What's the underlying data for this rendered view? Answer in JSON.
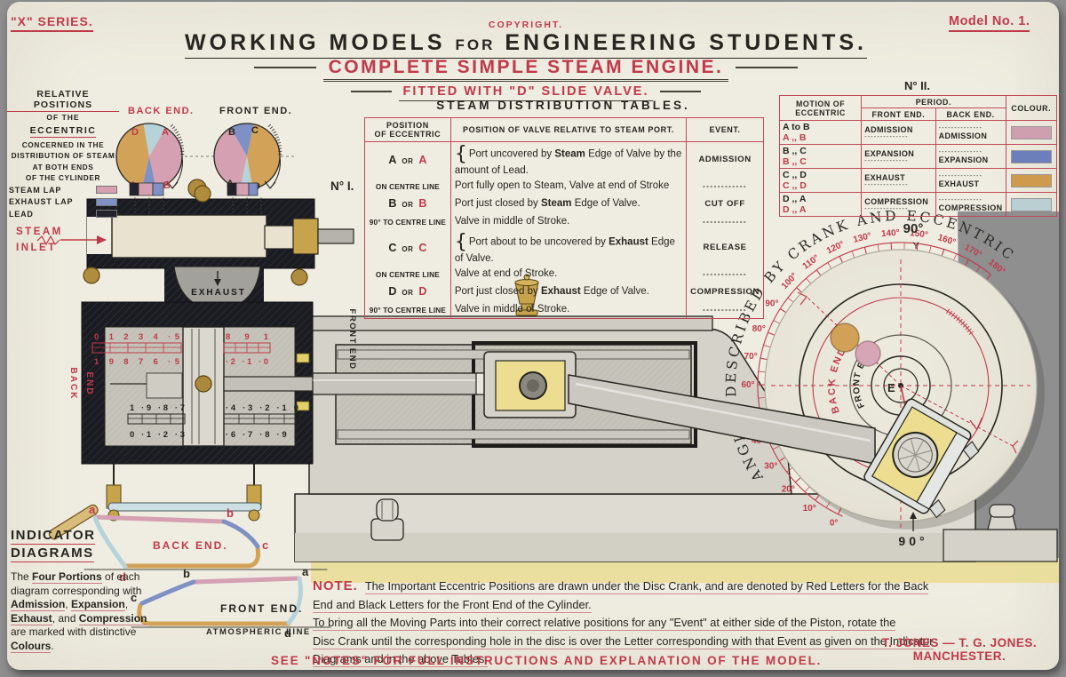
{
  "palette": {
    "red": "#bf3a4a",
    "black": "#26251f",
    "pink": "#d4a0b2",
    "blue": "#7e90c4",
    "lightblue": "#b5d3d8",
    "orange": "#d2a258",
    "brass": "#c7a44c",
    "card": "#efece1",
    "yellow": "#e9dd92"
  },
  "header": {
    "series": "\"X\" SERIES.",
    "copyright": "COPYRIGHT.",
    "title_part1": "WORKING MODELS",
    "title_for": "FOR",
    "title_part2": "ENGINEERING STUDENTS.",
    "subtitle": "COMPLETE SIMPLE STEAM ENGINE.",
    "fitted": "FITTED WITH \"D\" SLIDE VALVE.",
    "model": "Model No. 1."
  },
  "eccentric_panel": {
    "title1": "RELATIVE POSITIONS",
    "title2": "OF THE",
    "title3": "ECCENTRIC",
    "sub1": "CONCERNED IN THE",
    "sub2": "DISTRIBUTION OF STEAM",
    "sub3": "AT BOTH ENDS",
    "sub4": "OF THE CYLINDER",
    "legend": [
      {
        "label": "STEAM LAP",
        "color": "#d4a0b2"
      },
      {
        "label": "EXHAUST LAP",
        "color": "#7e90c4"
      },
      {
        "label": "LEAD",
        "color": "#23232e"
      }
    ],
    "back_label": "BACK END.",
    "front_label": "FRONT END.",
    "back_letters": {
      "tl": "D",
      "tr": "A",
      "bl": "C",
      "br": "B"
    },
    "front_letters": {
      "tl": "B",
      "tr": "C",
      "bl": "A",
      "br": "D"
    }
  },
  "figure1_label": "N° I.",
  "steam_table": {
    "title": "STEAM DISTRIBUTION TABLES.",
    "h1a": "POSITION",
    "h1b": "OF ECCENTRIC",
    "h2": "POSITION OF VALVE RELATIVE TO STEAM PORT.",
    "h3": "EVENT.",
    "or_label": "or",
    "rows": [
      {
        "letters": [
          "A",
          "A"
        ],
        "brace": true,
        "desc": [
          {
            "t": "Port uncovered by "
          },
          {
            "t": "Steam",
            "b": 1
          },
          {
            "t": " Edge of Valve by the amount of Lead."
          }
        ],
        "event": "ADMISSION",
        "tall": true
      },
      {
        "centre": "ON CENTRE LINE",
        "desc": [
          {
            "t": "Port fully open to Steam, Valve at end of Stroke"
          }
        ],
        "dashes": true
      },
      {
        "letters": [
          "B",
          "B"
        ],
        "desc": [
          {
            "t": "Port just closed by "
          },
          {
            "t": "Steam",
            "b": 1
          },
          {
            "t": " Edge of Valve."
          }
        ],
        "event": "CUT OFF"
      },
      {
        "centre": "90° TO CENTRE LINE",
        "desc": [
          {
            "t": "Valve in middle of Stroke."
          }
        ],
        "dashes": true
      },
      {
        "letters": [
          "C",
          "C"
        ],
        "brace": true,
        "desc": [
          {
            "t": "Port about to be uncovered by "
          },
          {
            "t": "Exhaust",
            "b": 1
          },
          {
            "t": " Edge of Valve."
          }
        ],
        "event": "RELEASE",
        "tall": true
      },
      {
        "centre": "ON CENTRE LINE",
        "desc": [
          {
            "t": "Valve at end of Stroke."
          }
        ],
        "dashes": true
      },
      {
        "letters": [
          "D",
          "D"
        ],
        "desc": [
          {
            "t": "Port just closed by "
          },
          {
            "t": "Exhaust",
            "b": 1
          },
          {
            "t": " Edge of Valve."
          }
        ],
        "event": "COMPRESSION"
      },
      {
        "centre": "90° TO CENTRE LINE",
        "desc": [
          {
            "t": "Valve in middle of Stroke."
          }
        ],
        "dashes": true
      }
    ]
  },
  "no2_table": {
    "title": "N° II.",
    "h_motion1": "MOTION OF",
    "h_motion2": "ECCENTRIC",
    "h_period": "PERIOD.",
    "h_front": "FRONT END.",
    "h_back": "BACK END.",
    "h_colour": "COLOUR.",
    "rows": [
      {
        "black": "A  to  B",
        "red": "A  ,,  B",
        "front": "ADMISSION",
        "back": "ADMISSION",
        "color": "#cf9fb0"
      },
      {
        "black": "B  ,,  C",
        "red": "B  ,,  C",
        "front": "EXPANSION",
        "back": "EXPANSION",
        "color": "#6d7fba"
      },
      {
        "black": "C  ,,  D",
        "red": "C  ,,  D",
        "front": "EXHAUST",
        "back": "EXHAUST",
        "color": "#cf9a4e"
      },
      {
        "black": "D  ,,  A",
        "red": "D  ,,  A",
        "front": "COMPRESSION",
        "back": "COMPRESSION",
        "color": "#b9cfd2"
      }
    ]
  },
  "engine": {
    "steam_inlet1": "STEAM",
    "steam_inlet2": "INLET",
    "exhaust": "EXHAUST",
    "back_end_vert1": "BACK",
    "back_end_vert2": "END",
    "front_end_vert": "FRONT END",
    "scale_red_tl": "0  1  2  3  4 ·5",
    "scale_red_tr": "8  9  1",
    "scale_red_bl": "1  9  8  7  6 ·5",
    "scale_red_br": "·2 ·1 ·0",
    "scale_blk_tl": "1 ·9 ·8 ·7",
    "scale_blk_tr": "·4 ·3 ·2 ·1  0",
    "scale_blk_bl": "0 ·1 ·2 ·3",
    "scale_blk_br": "·6 ·7 ·8 ·9  1"
  },
  "disc": {
    "curved_title": "ANGLES DESCRIBED BY CRANK AND ECCENTRIC.",
    "scale_start": 0,
    "scale_end": 180,
    "scale_step": 10,
    "top_label": "90°",
    "top_marker": "Y",
    "bottom_label": "90°",
    "centre_label": "E",
    "back_curved": "BACK END",
    "front_curved": "FRONT END"
  },
  "indicator": {
    "heading1": "INDICATOR",
    "heading2": "DIAGRAMS",
    "para": [
      {
        "t": "The "
      },
      {
        "t": "Four Portions",
        "b": 1,
        "u": 1
      },
      {
        "t": " of each diagram corresponding with "
      },
      {
        "t": "Admission",
        "b": 1,
        "u": 1
      },
      {
        "t": ", "
      },
      {
        "t": "Expansion",
        "b": 1,
        "u": 1
      },
      {
        "t": ", "
      },
      {
        "t": "Exhaust",
        "b": 1,
        "u": 1
      },
      {
        "t": ", and "
      },
      {
        "t": "Compression",
        "b": 1,
        "u": 1
      },
      {
        "t": " are marked with distinctive "
      },
      {
        "t": "Colours",
        "b": 1,
        "u": 1
      },
      {
        "t": "."
      }
    ],
    "back": {
      "label": "BACK END.",
      "a": "a",
      "b": "b",
      "c": "c",
      "d": "d"
    },
    "front": {
      "label": "FRONT END.",
      "a": "a",
      "b": "b",
      "c": "c",
      "d": "d",
      "baseline": "ATMOSPHERIC LINE"
    }
  },
  "note": {
    "label": "NOTE.",
    "lines": [
      "The Important Eccentric Positions are drawn under the Disc Crank, and are denoted by Red Letters for the Back",
      "End and Black Letters for the Front End of the Cylinder.",
      "To bring all the Moving Parts into their correct relative positions for any \"Event\" at either side of the Piston, rotate the",
      "Disc Crank until the corresponding hole in the disc is over the Letter corresponding with that Event as given on the Indicator",
      "Diagrams and in the above Tables."
    ],
    "sig_line1": "T. JONES — T. G. JONES.",
    "sig_line2": "MANCHESTER.",
    "footer": "SEE \"NOTES\" FOR FULL INSTRUCTIONS AND EXPLANATION OF THE MODEL."
  }
}
